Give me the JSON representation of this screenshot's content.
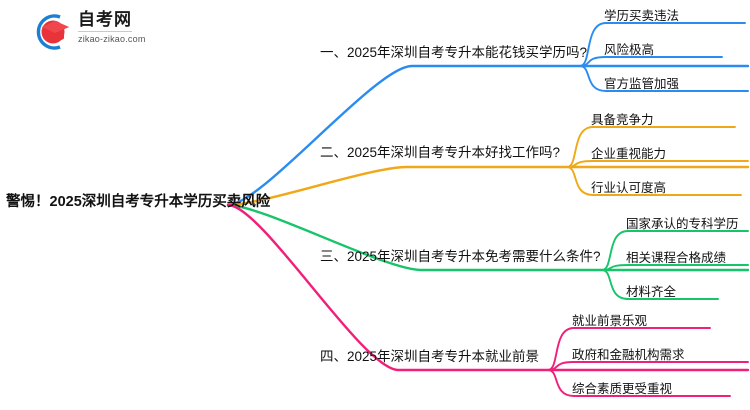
{
  "logo": {
    "title": "自考网",
    "domain": "zikao-zikao.com",
    "mark_icon": "graduation-cap-icon",
    "arc_color": "#1b7fd4",
    "cap_color": "#e8333a"
  },
  "mindmap": {
    "root": {
      "label": "警惕！2025深圳自考专升本学历买卖风险"
    },
    "branches": [
      {
        "id": "branch-1",
        "label": "一、2025年深圳自考专升本能花钱买学历吗?",
        "color": "#2b8cf0",
        "children": [
          {
            "label": "学历买卖违法"
          },
          {
            "label": "风险极高"
          },
          {
            "label": "官方监管加强"
          }
        ]
      },
      {
        "id": "branch-2",
        "label": "二、2025年深圳自考专升本好找工作吗?",
        "color": "#f0a818",
        "children": [
          {
            "label": "具备竞争力"
          },
          {
            "label": "企业重视能力"
          },
          {
            "label": "行业认可度高"
          }
        ]
      },
      {
        "id": "branch-3",
        "label": "三、2025年深圳自考专升本免考需要什么条件?",
        "color": "#16c46a",
        "children": [
          {
            "label": "国家承认的专科学历"
          },
          {
            "label": "相关课程合格成绩"
          },
          {
            "label": "材料齐全"
          }
        ]
      },
      {
        "id": "branch-4",
        "label": "四、2025年深圳自考专升本就业前景",
        "color": "#f01f7a",
        "children": [
          {
            "label": "就业前景乐观"
          },
          {
            "label": "政府和金融机构需求"
          },
          {
            "label": "综合素质更受重视"
          }
        ]
      }
    ]
  }
}
